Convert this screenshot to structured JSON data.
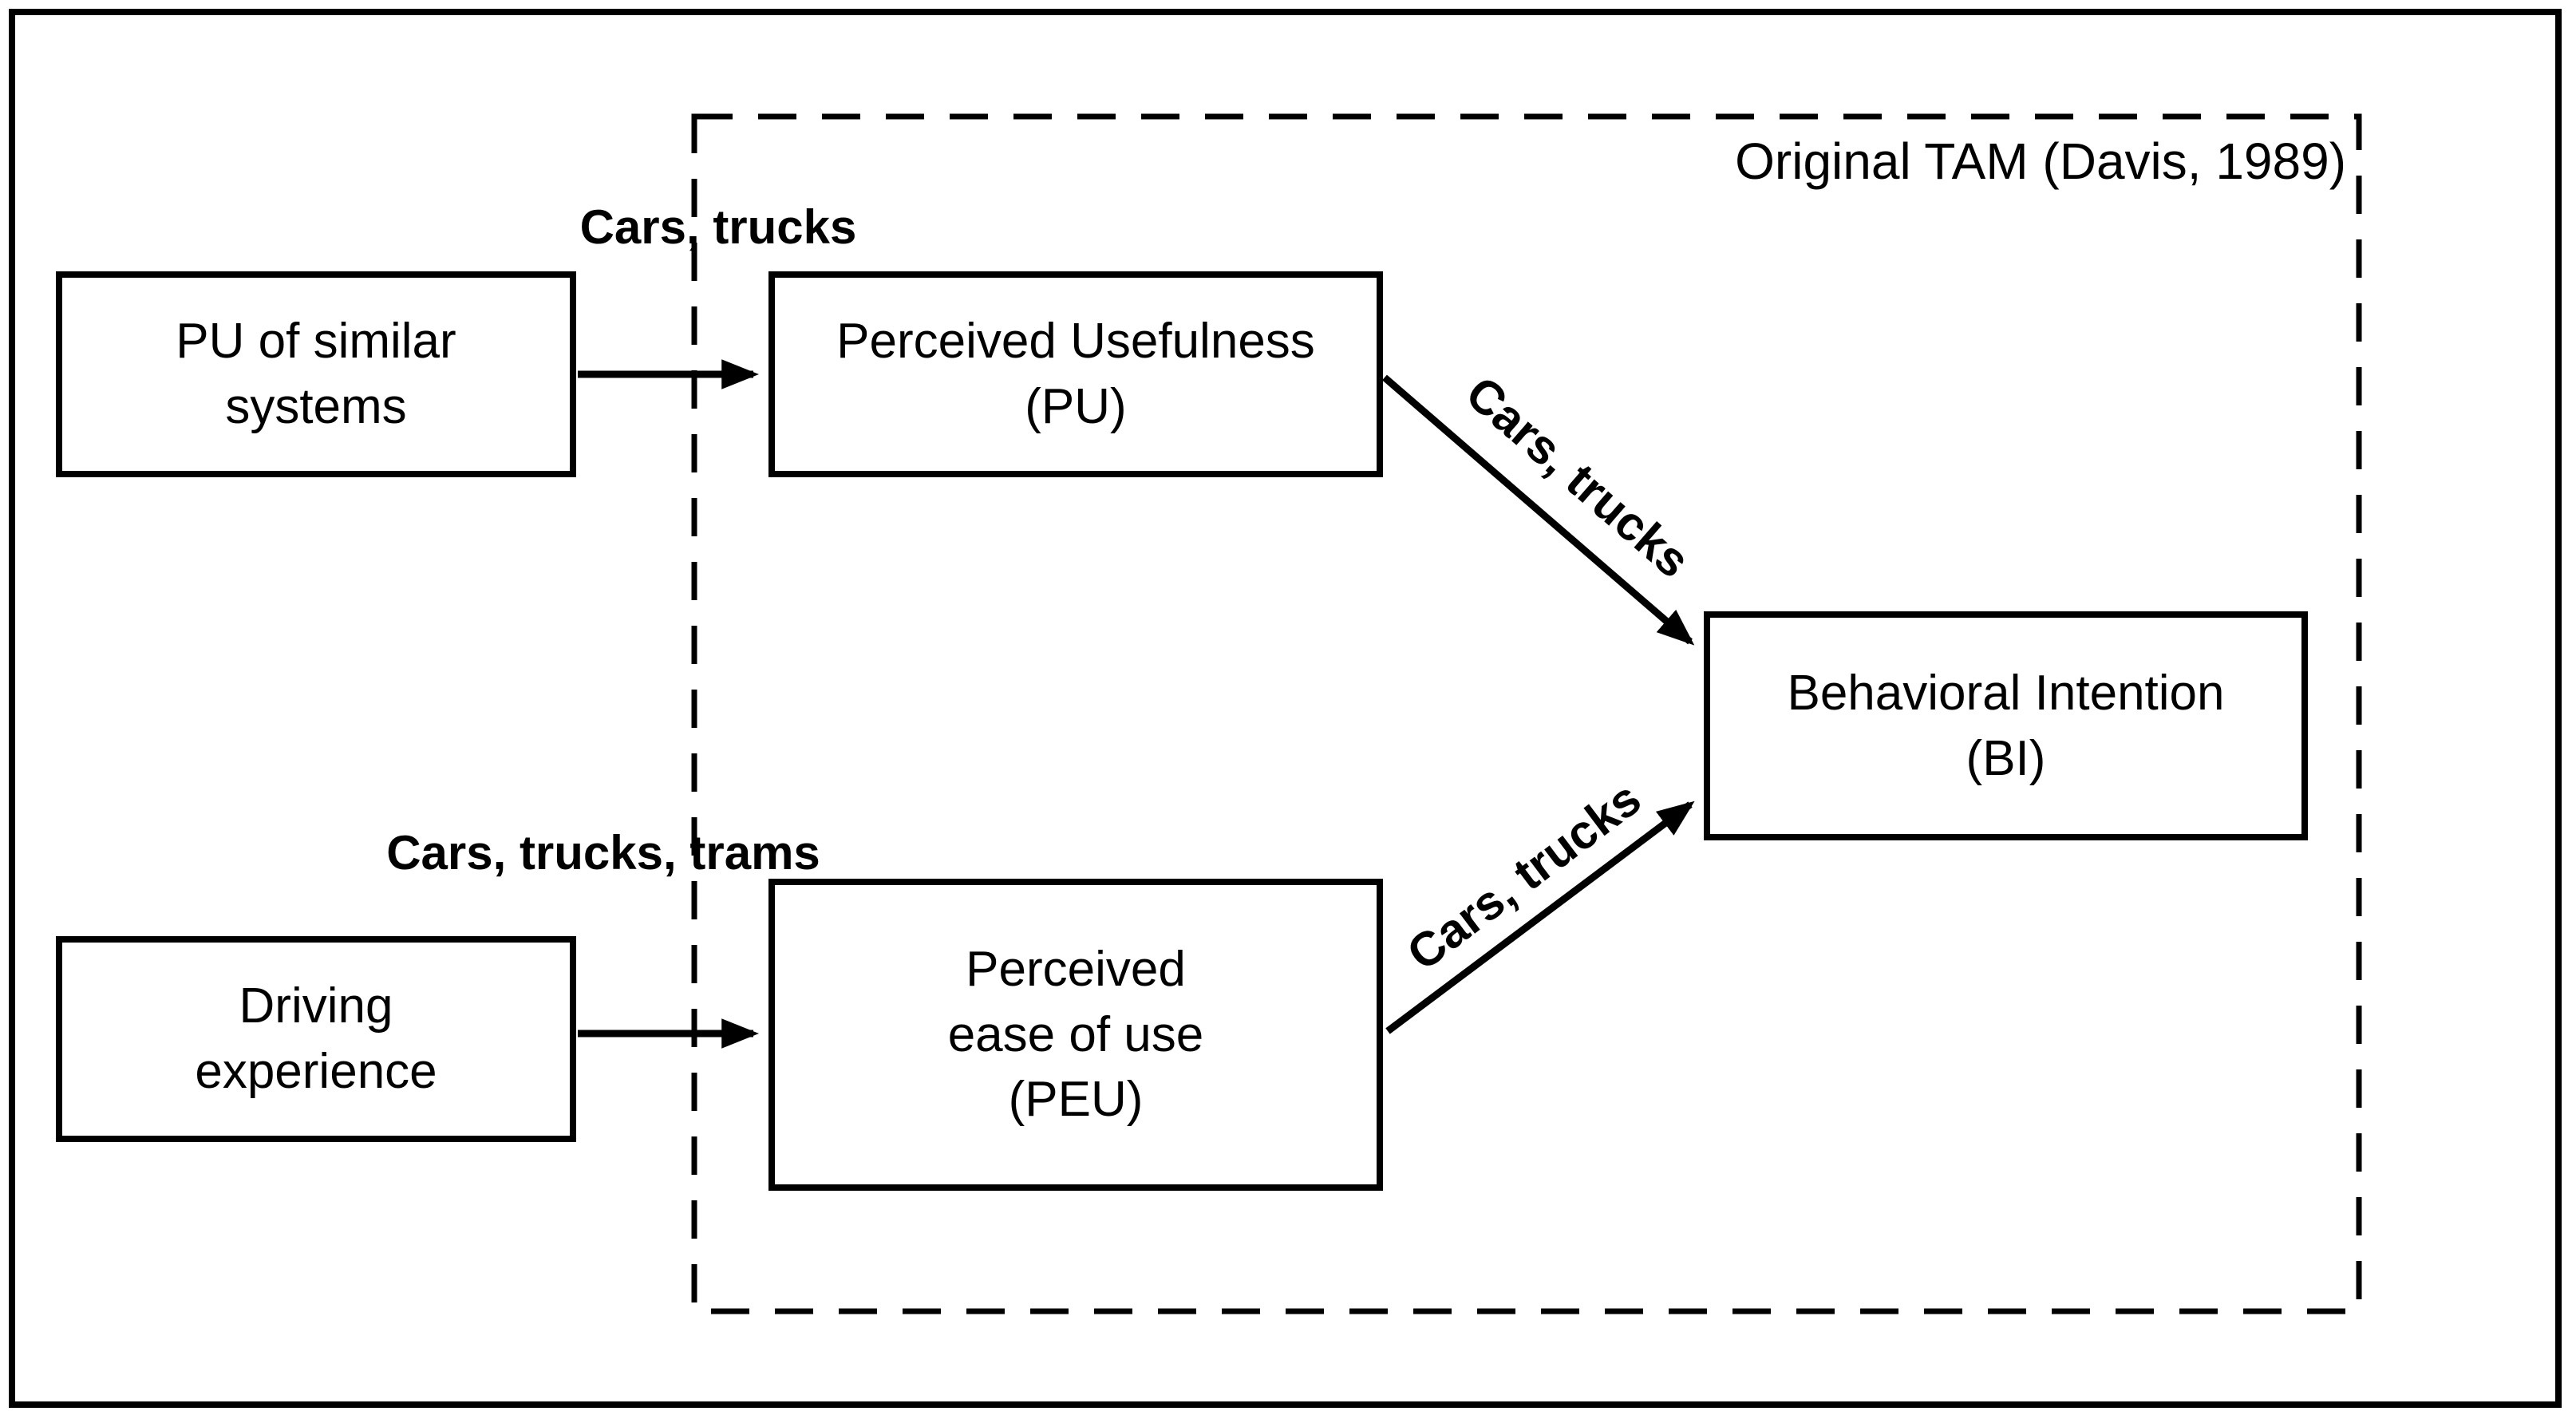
{
  "diagram": {
    "title_caption": "Original TAM (Davis, 1989)",
    "nodes": {
      "pu_similar": {
        "label": [
          "PU of similar",
          "systems"
        ]
      },
      "pu": {
        "label": [
          "Perceived Usefulness",
          "(PU)"
        ]
      },
      "driving": {
        "label": [
          "Driving",
          "experience"
        ]
      },
      "peu": {
        "label": [
          "Perceived",
          "ease of use",
          "(PEU)"
        ]
      },
      "bi": {
        "label": [
          "Behavioral Intention",
          "(BI)"
        ]
      }
    },
    "edges": {
      "pu_similar_to_pu": {
        "label": "Cars, trucks"
      },
      "driving_to_peu": {
        "label": "Cars, trucks, trams"
      },
      "pu_to_bi": {
        "label": "Cars, trucks"
      },
      "peu_to_bi": {
        "label": "Cars, trucks"
      }
    },
    "colors": {
      "ink": "#000000",
      "background": "#ffffff"
    }
  }
}
